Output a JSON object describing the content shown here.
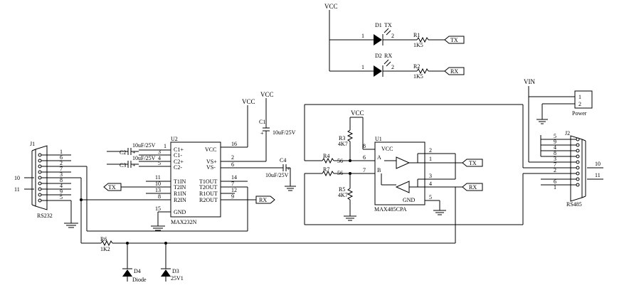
{
  "power": {
    "vcc": "VCC",
    "vin": "VIN"
  },
  "leds": {
    "d1": {
      "ref": "D1",
      "name": "TX",
      "pin": "1",
      "pin2": "2",
      "r": "R1",
      "r_val": "1K5",
      "net": "TX"
    },
    "d2": {
      "ref": "D2",
      "name": "RX",
      "pin": "1",
      "pin2": "2",
      "r": "R2",
      "r_val": "1K5",
      "net": "RX"
    }
  },
  "j1": {
    "ref": "J1",
    "label": "RS232",
    "pins": [
      "1",
      "6",
      "2",
      "7",
      "3",
      "8",
      "4",
      "9",
      "5"
    ],
    "ext": [
      "10",
      "11"
    ]
  },
  "u2": {
    "ref": "U2",
    "part": "MAX232N",
    "left_pins": [
      {
        "num": "1",
        "name": "C1+"
      },
      {
        "num": "3",
        "name": "C1-"
      },
      {
        "num": "4",
        "name": "C2+"
      },
      {
        "num": "5",
        "name": "C2-"
      },
      {
        "num": "11",
        "name": "T1IN"
      },
      {
        "num": "10",
        "name": "T2IN"
      },
      {
        "num": "13",
        "name": "R1IN"
      },
      {
        "num": "8",
        "name": "R2IN"
      },
      {
        "num": "15",
        "name": "GND"
      }
    ],
    "right_pins": [
      {
        "num": "16",
        "name": "VCC"
      },
      {
        "num": "2",
        "name": "VS+"
      },
      {
        "num": "6",
        "name": "VS-"
      },
      {
        "num": "14",
        "name": "T1OUT"
      },
      {
        "num": "7",
        "name": "T2OUT"
      },
      {
        "num": "12",
        "name": "R1OUT"
      },
      {
        "num": "9",
        "name": "R2OUT"
      }
    ]
  },
  "caps": {
    "c1": {
      "ref": "C1",
      "value": "10uF/25V"
    },
    "c2": {
      "ref": "C2",
      "value": "10uF/25V"
    },
    "c3": {
      "ref": "C3",
      "value": "10uF/25V"
    },
    "c4": {
      "ref": "C4",
      "value": "10uF/25V"
    }
  },
  "u1": {
    "ref": "U1",
    "part": "MAX485CPA",
    "vcc": "VCC",
    "gnd": "GND",
    "a": "A",
    "b": "B",
    "pins": {
      "left8": "8",
      "a": "6",
      "b": "7",
      "d2": "2",
      "d1": "1",
      "r3": "3",
      "r4": "4",
      "gnd": "5"
    }
  },
  "resistors": {
    "r3": {
      "ref": "R3",
      "value": "4K7"
    },
    "r4": {
      "ref": "R4",
      "value": "56"
    },
    "r5": {
      "ref": "R5",
      "value": "4K7"
    },
    "r6": {
      "ref": "R6",
      "value": "1K2"
    },
    "r7": {
      "ref": "R7",
      "value": "56"
    }
  },
  "diodes": {
    "d3": {
      "ref": "D3",
      "value": "25V1"
    },
    "d4": {
      "ref": "D4",
      "value": "Diode"
    }
  },
  "j2": {
    "ref": "J2",
    "label": "RS485",
    "pins": [
      "5",
      "9",
      "4",
      "8",
      "3",
      "7",
      "2",
      "6",
      "1"
    ],
    "ext": [
      "10",
      "11"
    ]
  },
  "power_conn": {
    "label": "Power",
    "pins": [
      "1",
      "2"
    ]
  },
  "nets": {
    "tx": "TX",
    "rx": "RX"
  }
}
